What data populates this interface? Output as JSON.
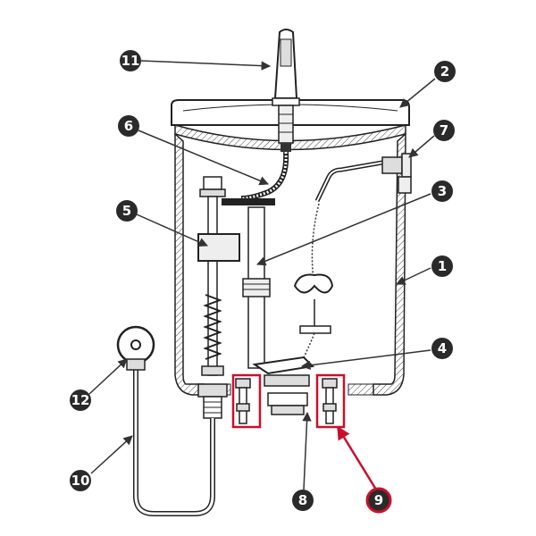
{
  "callouts": [
    {
      "id": "1",
      "label": "1"
    },
    {
      "id": "2",
      "label": "2"
    },
    {
      "id": "3",
      "label": "3"
    },
    {
      "id": "4",
      "label": "4"
    },
    {
      "id": "5",
      "label": "5"
    },
    {
      "id": "6",
      "label": "6"
    },
    {
      "id": "7",
      "label": "7"
    },
    {
      "id": "8",
      "label": "8"
    },
    {
      "id": "9",
      "label": "9",
      "highlight": true
    },
    {
      "id": "10",
      "label": "10"
    },
    {
      "id": "11",
      "label": "11"
    },
    {
      "id": "12",
      "label": "12"
    }
  ],
  "colors": {
    "line": "#2a2a2a",
    "callout": "#2a2a2a",
    "highlight": "#c8102e"
  }
}
